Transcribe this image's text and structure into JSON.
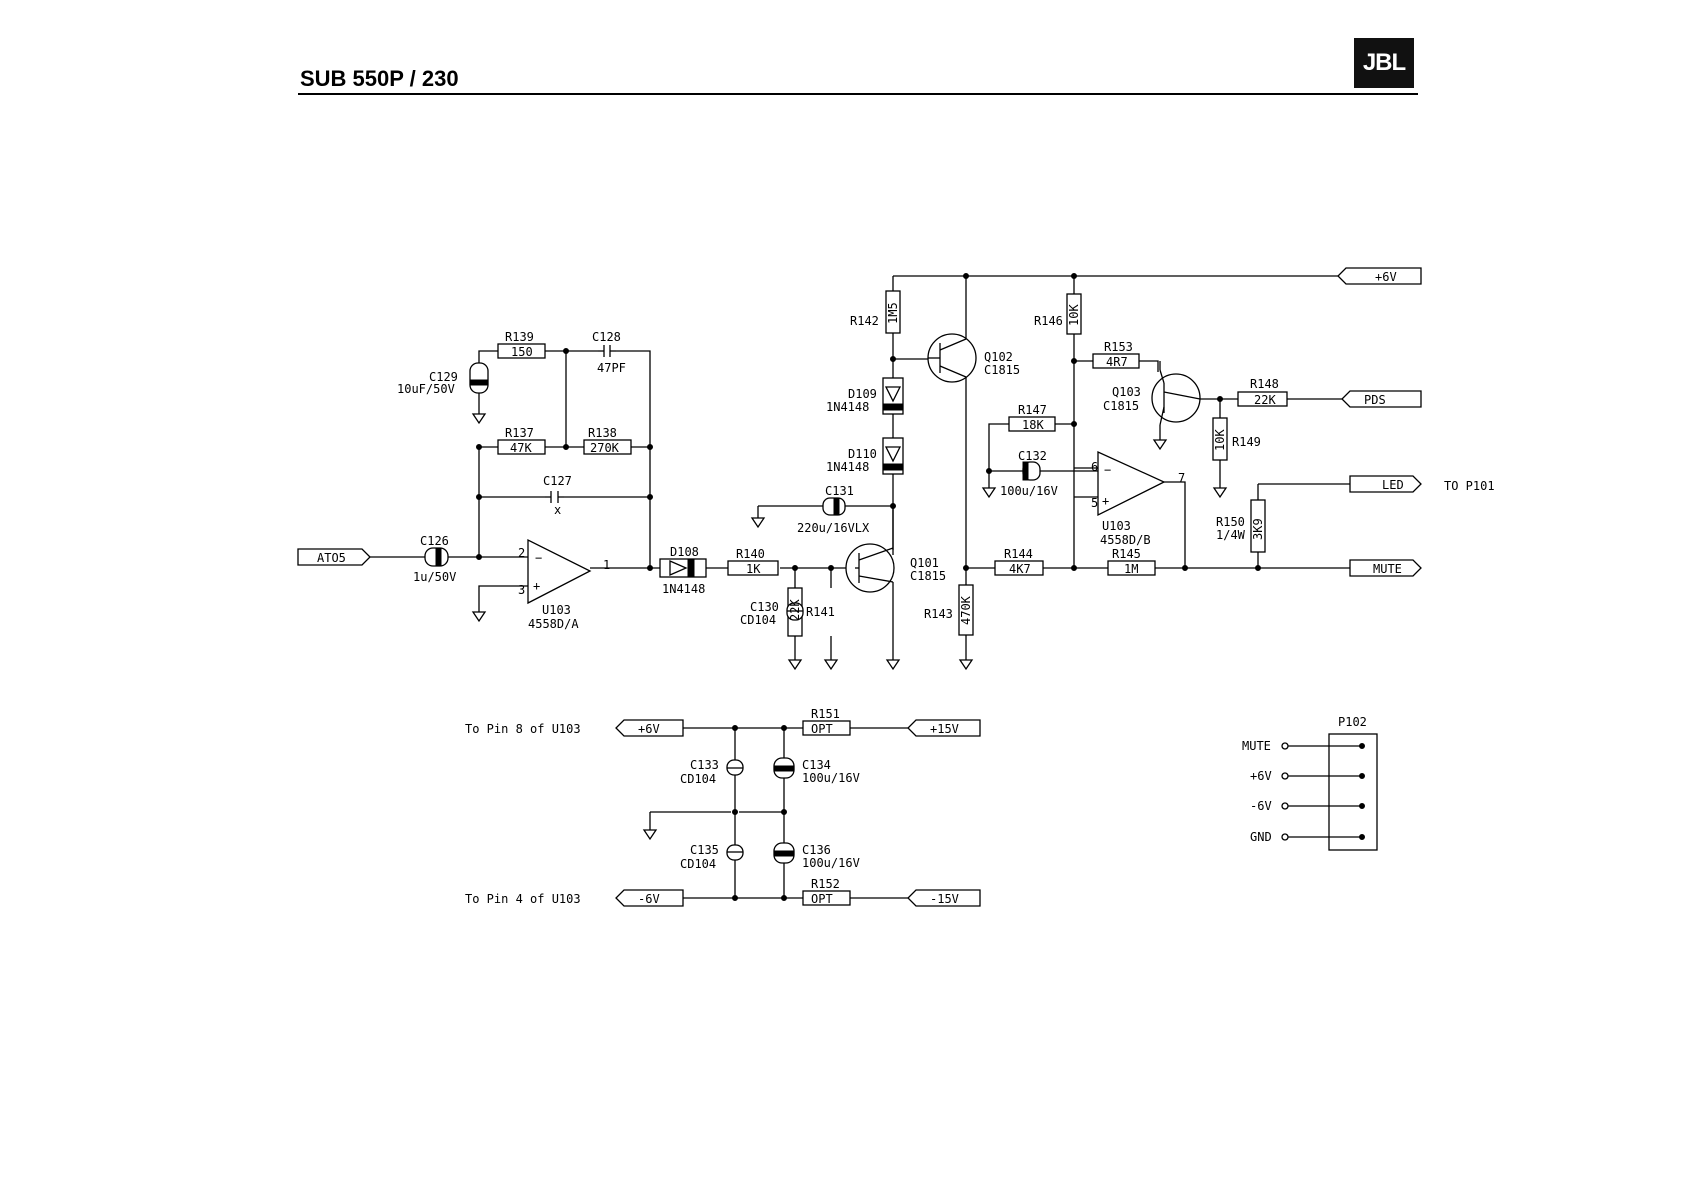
{
  "header": {
    "title": "SUB 550P / 230",
    "logo": "JBL"
  },
  "ports": {
    "v6": "+6V",
    "pds": "PDS",
    "led": "LED",
    "mute": "MUTE",
    "ato5": "ATO5",
    "to_p101": "TO P101",
    "p6v": "+6V",
    "p15v": "+15V",
    "m6v": "-6V",
    "m15v": "-15V",
    "to_pin8": "To Pin 8 of U103",
    "to_pin4": "To Pin 4 of U103"
  },
  "components": {
    "r139": {
      "ref": "R139",
      "value": "150"
    },
    "c128": {
      "ref": "C128",
      "value": "47PF"
    },
    "c129": {
      "ref": "C129",
      "value": "10uF/50V"
    },
    "r137": {
      "ref": "R137",
      "value": "47K"
    },
    "r138": {
      "ref": "R138",
      "value": "270K"
    },
    "c127": {
      "ref": "C127",
      "value": "x"
    },
    "c126": {
      "ref": "C126",
      "value": "1u/50V"
    },
    "u103a": {
      "ref": "U103",
      "value": "4558D/A",
      "pin_inv": "2",
      "pin_noninv": "3",
      "pin_out": "1"
    },
    "d108": {
      "ref": "D108",
      "value": "1N4148"
    },
    "r140": {
      "ref": "R140",
      "value": "1K"
    },
    "c130": {
      "ref": "C130",
      "value": "CD104"
    },
    "r141": {
      "ref": "R141",
      "value": "22K"
    },
    "r142": {
      "ref": "R142",
      "value": "1M5"
    },
    "d109": {
      "ref": "D109",
      "value": "1N4148"
    },
    "d110": {
      "ref": "D110",
      "value": "1N4148"
    },
    "c131": {
      "ref": "C131",
      "value": "220u/16VLX"
    },
    "q101": {
      "ref": "Q101",
      "value": "C1815"
    },
    "q102": {
      "ref": "Q102",
      "value": "C1815"
    },
    "r143": {
      "ref": "R143",
      "value": "470K"
    },
    "r146": {
      "ref": "R146",
      "value": "10K"
    },
    "r153": {
      "ref": "R153",
      "value": "4R7"
    },
    "q103": {
      "ref": "Q103",
      "value": "C1815"
    },
    "r147": {
      "ref": "R147",
      "value": "18K"
    },
    "c132": {
      "ref": "C132",
      "value": "100u/16V"
    },
    "u103b": {
      "ref": "U103",
      "value": "4558D/B",
      "pin_inv": "6",
      "pin_noninv": "5",
      "pin_out": "7"
    },
    "r148": {
      "ref": "R148",
      "value": "22K"
    },
    "r149": {
      "ref": "R149",
      "value": "10K"
    },
    "r150": {
      "ref": "R150",
      "value": "1/4W",
      "body": "3K9"
    },
    "r144": {
      "ref": "R144",
      "value": "4K7"
    },
    "r145": {
      "ref": "R145",
      "value": "1M"
    },
    "r151": {
      "ref": "R151",
      "value": "OPT"
    },
    "r152": {
      "ref": "R152",
      "value": "OPT"
    },
    "c133": {
      "ref": "C133",
      "value": "CD104"
    },
    "c134": {
      "ref": "C134",
      "value": "100u/16V"
    },
    "c135": {
      "ref": "C135",
      "value": "CD104"
    },
    "c136": {
      "ref": "C136",
      "value": "100u/16V"
    }
  },
  "connector": {
    "ref": "P102",
    "pins": [
      "MUTE",
      "+6V",
      "-6V",
      "GND"
    ]
  }
}
